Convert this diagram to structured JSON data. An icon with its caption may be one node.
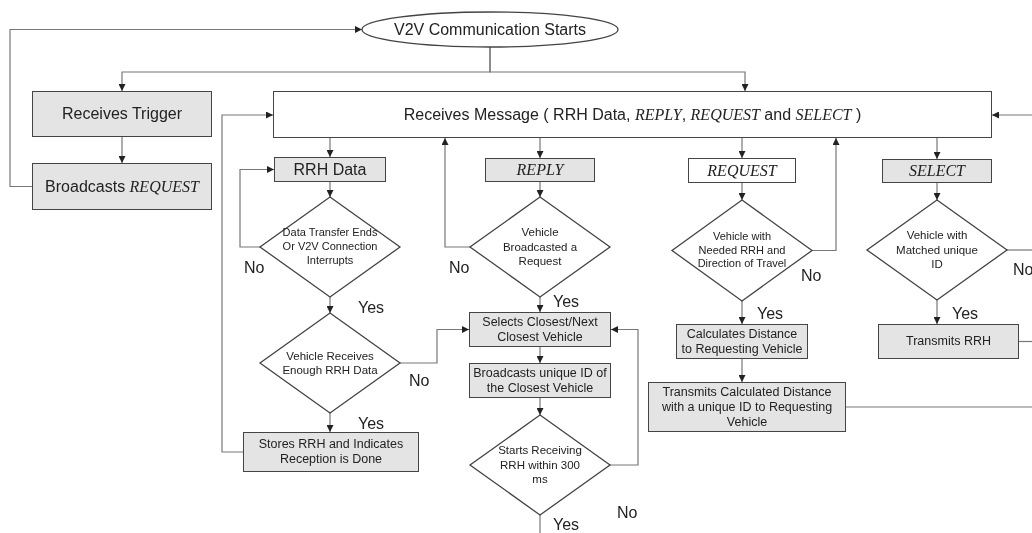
{
  "diagram": {
    "nodes": [
      {
        "text": [
          "V2V Communication Starts"
        ]
      },
      {
        "text": [
          "Receives Trigger"
        ]
      },
      {
        "text": [
          "Broadcasts *REQUEST*"
        ]
      },
      {
        "text": [
          "Receives Message ( RRH Data, *REPLY*, *REQUEST* and *SELECT* )"
        ]
      },
      {
        "text": [
          "RRH Data"
        ]
      },
      {
        "text": [
          "REPLY"
        ]
      },
      {
        "text": [
          "REQUEST"
        ]
      },
      {
        "text": [
          "SELECT"
        ]
      },
      {
        "text": [
          "Data Transfer Ends Or V2V Connection Interrupts"
        ]
      },
      {
        "text": [
          "Vehicle Broadcasted a Request"
        ]
      },
      {
        "text": [
          "Vehicle with Needed RRH and Direction of Travel"
        ]
      },
      {
        "text": [
          "Vehicle with Matched unique ID"
        ]
      },
      {
        "text": [
          "Vehicle Receives Enough RRH Data"
        ]
      },
      {
        "text": [
          "Selects Closest/Next Closest Vehicle"
        ]
      },
      {
        "text": [
          "Broadcasts unique ID of the Closest Vehicle"
        ]
      },
      {
        "text": [
          "Starts Receiving RRH within 300 ms"
        ]
      },
      {
        "text": [
          "Stores RRH and Indicates Reception is Done"
        ]
      },
      {
        "text": [
          "Calculates Distance to Requesting Vehicle"
        ]
      },
      {
        "text": [
          "Transmits Calculated Distance with a unique ID to Requesting Vehicle"
        ]
      },
      {
        "text": [
          "Transmits RRH"
        ]
      }
    ],
    "edges": [
      {
        "from": 0,
        "to": 1,
        "arrow": "to"
      },
      {
        "from": 0,
        "to": 3,
        "arrow": "to"
      },
      {
        "from": 1,
        "to": 2,
        "arrow": "to"
      },
      {
        "from": 2,
        "to": 0,
        "arrow": "to"
      },
      {
        "from": 3,
        "to": 4,
        "arrow": "to"
      },
      {
        "from": 3,
        "to": 5,
        "arrow": "to"
      },
      {
        "from": 3,
        "to": 6,
        "arrow": "to"
      },
      {
        "from": 3,
        "to": 7,
        "arrow": "to"
      },
      {
        "from": 4,
        "to": 8,
        "arrow": "to"
      },
      {
        "from": 8,
        "to": 4,
        "arrow": "to",
        "label": "No"
      },
      {
        "from": 8,
        "to": 12,
        "arrow": "to",
        "label": "Yes"
      },
      {
        "from": 12,
        "to": 13,
        "arrow": "to",
        "label": "No"
      },
      {
        "from": 12,
        "to": 16,
        "arrow": "to",
        "label": "Yes"
      },
      {
        "from": 16,
        "to": 3,
        "arrow": "to"
      },
      {
        "from": 5,
        "to": 9,
        "arrow": "to"
      },
      {
        "from": 9,
        "to": 3,
        "arrow": "to",
        "label": "No"
      },
      {
        "from": 9,
        "to": 13,
        "arrow": "to",
        "label": "Yes"
      },
      {
        "from": 13,
        "to": 14,
        "arrow": "to"
      },
      {
        "from": 14,
        "to": 15,
        "arrow": "to"
      },
      {
        "from": 15,
        "to": 13,
        "arrow": "to",
        "label": "No"
      },
      {
        "from": 15,
        "to": null,
        "arrow": "none",
        "label": "Yes"
      },
      {
        "from": 6,
        "to": 10,
        "arrow": "to"
      },
      {
        "from": 10,
        "to": 3,
        "arrow": "to",
        "label": "No"
      },
      {
        "from": 10,
        "to": 17,
        "arrow": "to",
        "label": "Yes"
      },
      {
        "from": 17,
        "to": 18,
        "arrow": "to"
      },
      {
        "from": 18,
        "to": null,
        "arrow": "none"
      },
      {
        "from": 7,
        "to": 11,
        "arrow": "to"
      },
      {
        "from": 11,
        "to": null,
        "arrow": "none",
        "label": "No"
      },
      {
        "from": 11,
        "to": 19,
        "arrow": "to",
        "label": "Yes"
      },
      {
        "from": 19,
        "to": null,
        "arrow": "none"
      },
      {
        "from": null,
        "to": 3,
        "arrow": "to"
      }
    ]
  }
}
